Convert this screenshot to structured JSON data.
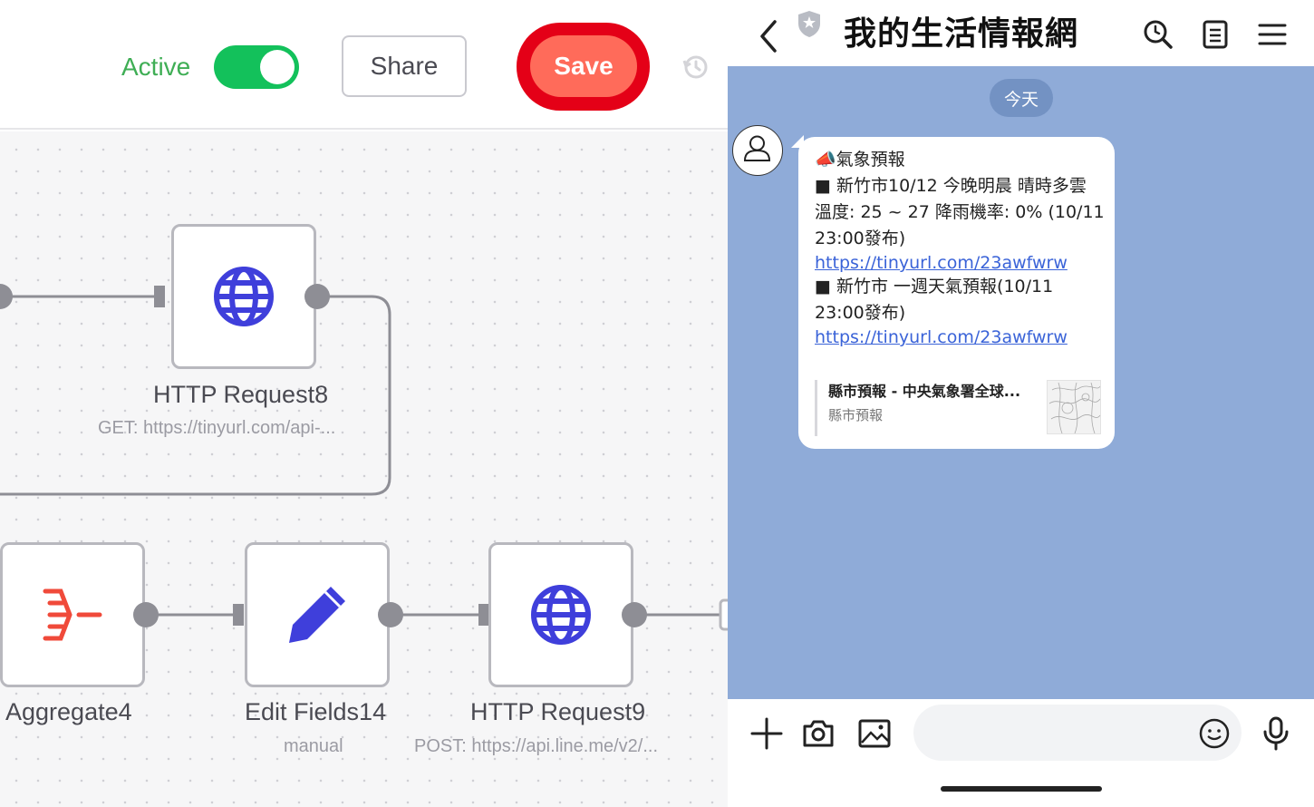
{
  "editor": {
    "active_label": "Active",
    "active_on": true,
    "share_label": "Share",
    "save_label": "Save",
    "colors": {
      "active_green": "#13c15b",
      "save_bg": "#ff6b5a",
      "highlight_red": "#e40017",
      "node_icon_blue": "#3f3fdb",
      "aggregate_red": "#f04a3a"
    },
    "nodes": [
      {
        "id": "http8",
        "title": "HTTP Request8",
        "subtitle": "GET: https://tinyurl.com/api-...",
        "icon": "globe-icon"
      },
      {
        "id": "aggregate4",
        "title": "Aggregate4",
        "subtitle": "",
        "icon": "aggregate-icon"
      },
      {
        "id": "edit14",
        "title": "Edit Fields14",
        "subtitle": "manual",
        "icon": "pencil-icon"
      },
      {
        "id": "http9",
        "title": "HTTP Request9",
        "subtitle": "POST: https://api.line.me/v2/...",
        "icon": "globe-icon"
      }
    ]
  },
  "chat": {
    "title": "我的生活情報網",
    "date_label": "今天",
    "message": {
      "lines": [
        "📣氣象預報",
        "■ 新竹市10/12 今晚明晨 晴時多雲",
        "溫度: 25 ~ 27 降雨機率: 0% (10/11",
        "23:00發布)"
      ],
      "link1": "https://tinyurl.com/23awfwrw",
      "lines2": [
        "■ 新竹市 一週天氣預報(10/11",
        "23:00發布)"
      ],
      "link2": "https://tinyurl.com/23awfwrw",
      "preview_title": "縣市預報 - 中央氣象署全球...",
      "preview_subtitle": "縣市預報"
    },
    "input_placeholder": "",
    "colors": {
      "chat_bg": "#8fabd8",
      "link": "#3a63d8",
      "date_pill": "#7392c3"
    }
  }
}
